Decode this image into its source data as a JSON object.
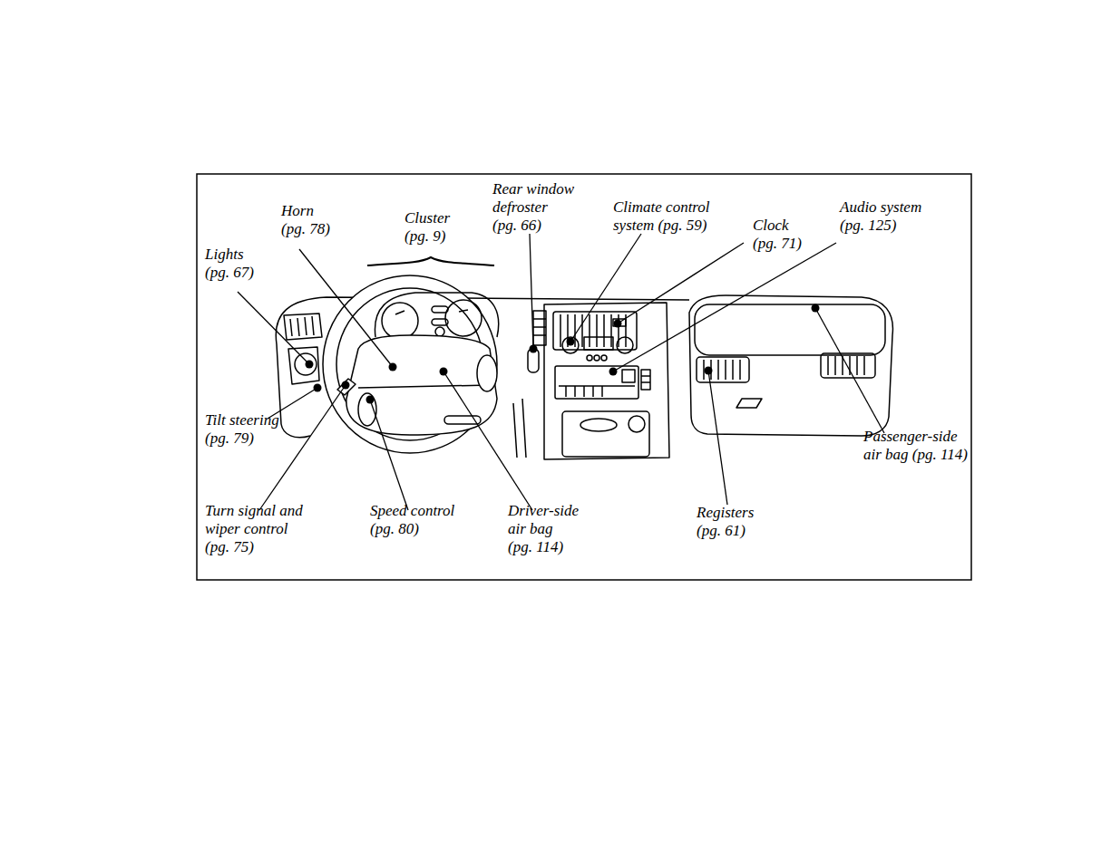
{
  "diagram": {
    "labels": [
      "Rear window defroster (pg. 66)",
      "Horn (pg. 78)",
      "Cluster (pg. 9)",
      "Climate control system (pg. 59)",
      "Clock (pg. 71)",
      "Audio system (pg. 125)",
      "Lights (pg. 67)",
      "Tilt steering (pg. 79)",
      "Passenger-side air bag (pg. 114)",
      "Turn signal and wiper control (pg. 75)",
      "Speed control (pg. 80)",
      "Driver-side air bag (pg. 114)",
      "Registers (pg. 61)"
    ]
  }
}
